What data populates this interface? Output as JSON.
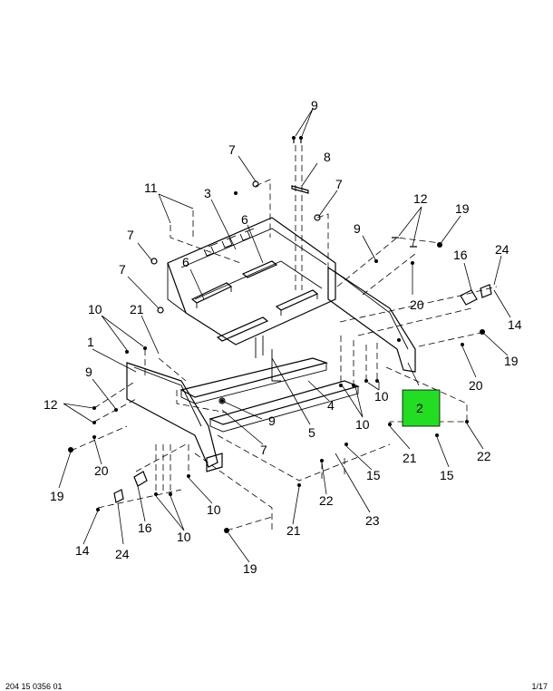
{
  "diagram": {
    "callouts": [
      {
        "id": "c9a",
        "text": "9"
      },
      {
        "id": "c8",
        "text": "8"
      },
      {
        "id": "c7a",
        "text": "7"
      },
      {
        "id": "c11",
        "text": "11"
      },
      {
        "id": "c3",
        "text": "3"
      },
      {
        "id": "c7b",
        "text": "7"
      },
      {
        "id": "c6a",
        "text": "6"
      },
      {
        "id": "c12a",
        "text": "12"
      },
      {
        "id": "c19a",
        "text": "19"
      },
      {
        "id": "c9b",
        "text": "9"
      },
      {
        "id": "c7c",
        "text": "7"
      },
      {
        "id": "c24a",
        "text": "24"
      },
      {
        "id": "c16a",
        "text": "16"
      },
      {
        "id": "c7d",
        "text": "7"
      },
      {
        "id": "c6b",
        "text": "6"
      },
      {
        "id": "c20a",
        "text": "20"
      },
      {
        "id": "c14a",
        "text": "14"
      },
      {
        "id": "c10a",
        "text": "10"
      },
      {
        "id": "c21a",
        "text": "21"
      },
      {
        "id": "c19b",
        "text": "19"
      },
      {
        "id": "c1",
        "text": "1"
      },
      {
        "id": "c20b",
        "text": "20"
      },
      {
        "id": "c9c",
        "text": "9"
      },
      {
        "id": "c10b",
        "text": "10"
      },
      {
        "id": "c4",
        "text": "4"
      },
      {
        "id": "c12b",
        "text": "12"
      },
      {
        "id": "c9d",
        "text": "9"
      },
      {
        "id": "c10c",
        "text": "10"
      },
      {
        "id": "c5",
        "text": "5"
      },
      {
        "id": "c7e",
        "text": "7"
      },
      {
        "id": "c21b",
        "text": "21"
      },
      {
        "id": "c22a",
        "text": "22"
      },
      {
        "id": "c20c",
        "text": "20"
      },
      {
        "id": "c15a",
        "text": "15"
      },
      {
        "id": "c15b",
        "text": "15"
      },
      {
        "id": "c19c",
        "text": "19"
      },
      {
        "id": "c22b",
        "text": "22"
      },
      {
        "id": "c16b",
        "text": "16"
      },
      {
        "id": "c10d",
        "text": "10"
      },
      {
        "id": "c23",
        "text": "23"
      },
      {
        "id": "c21c",
        "text": "21"
      },
      {
        "id": "c14b",
        "text": "14"
      },
      {
        "id": "c24b",
        "text": "24"
      },
      {
        "id": "c10e",
        "text": "10"
      },
      {
        "id": "c19d",
        "text": "19"
      }
    ],
    "highlight": {
      "label": "2",
      "color": "#22dd22"
    }
  },
  "footer": {
    "left": "204 15 0356 01",
    "right": "1/17"
  }
}
